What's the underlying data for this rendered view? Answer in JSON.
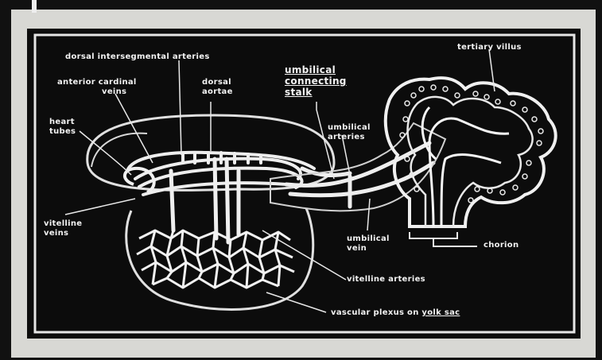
{
  "labels": {
    "dorsal_intersegmental": "dorsal intersegmental arteries",
    "anterior_cardinal_1": "anterior cardinal",
    "anterior_cardinal_2": "veins",
    "dorsal_aortae_1": "dorsal",
    "dorsal_aortae_2": "aortae",
    "umbilical_stalk_1": "umbilical",
    "umbilical_stalk_2": "connecting",
    "umbilical_stalk_3": "stalk",
    "tertiary_villus": "tertiary villus",
    "heart_tubes_1": "heart",
    "heart_tubes_2": "tubes",
    "umbilical_arteries_1": "umbilical",
    "umbilical_arteries_2": "arteries",
    "vitelline_veins_1": "vitelline",
    "vitelline_veins_2": "veins",
    "umbilical_vein_1": "umbilical",
    "umbilical_vein_2": "vein",
    "chorion": "chorion",
    "vitelline_arteries": "vitelline arteries",
    "vascular_plexus_prefix": "vascular plexus on",
    "vascular_plexus_suffix": "yolk sac"
  },
  "colors": {
    "background": "#111111",
    "paper": "#d9d9d6",
    "diagram_bg": "#0a0a0a",
    "strokes": "#ececec"
  }
}
